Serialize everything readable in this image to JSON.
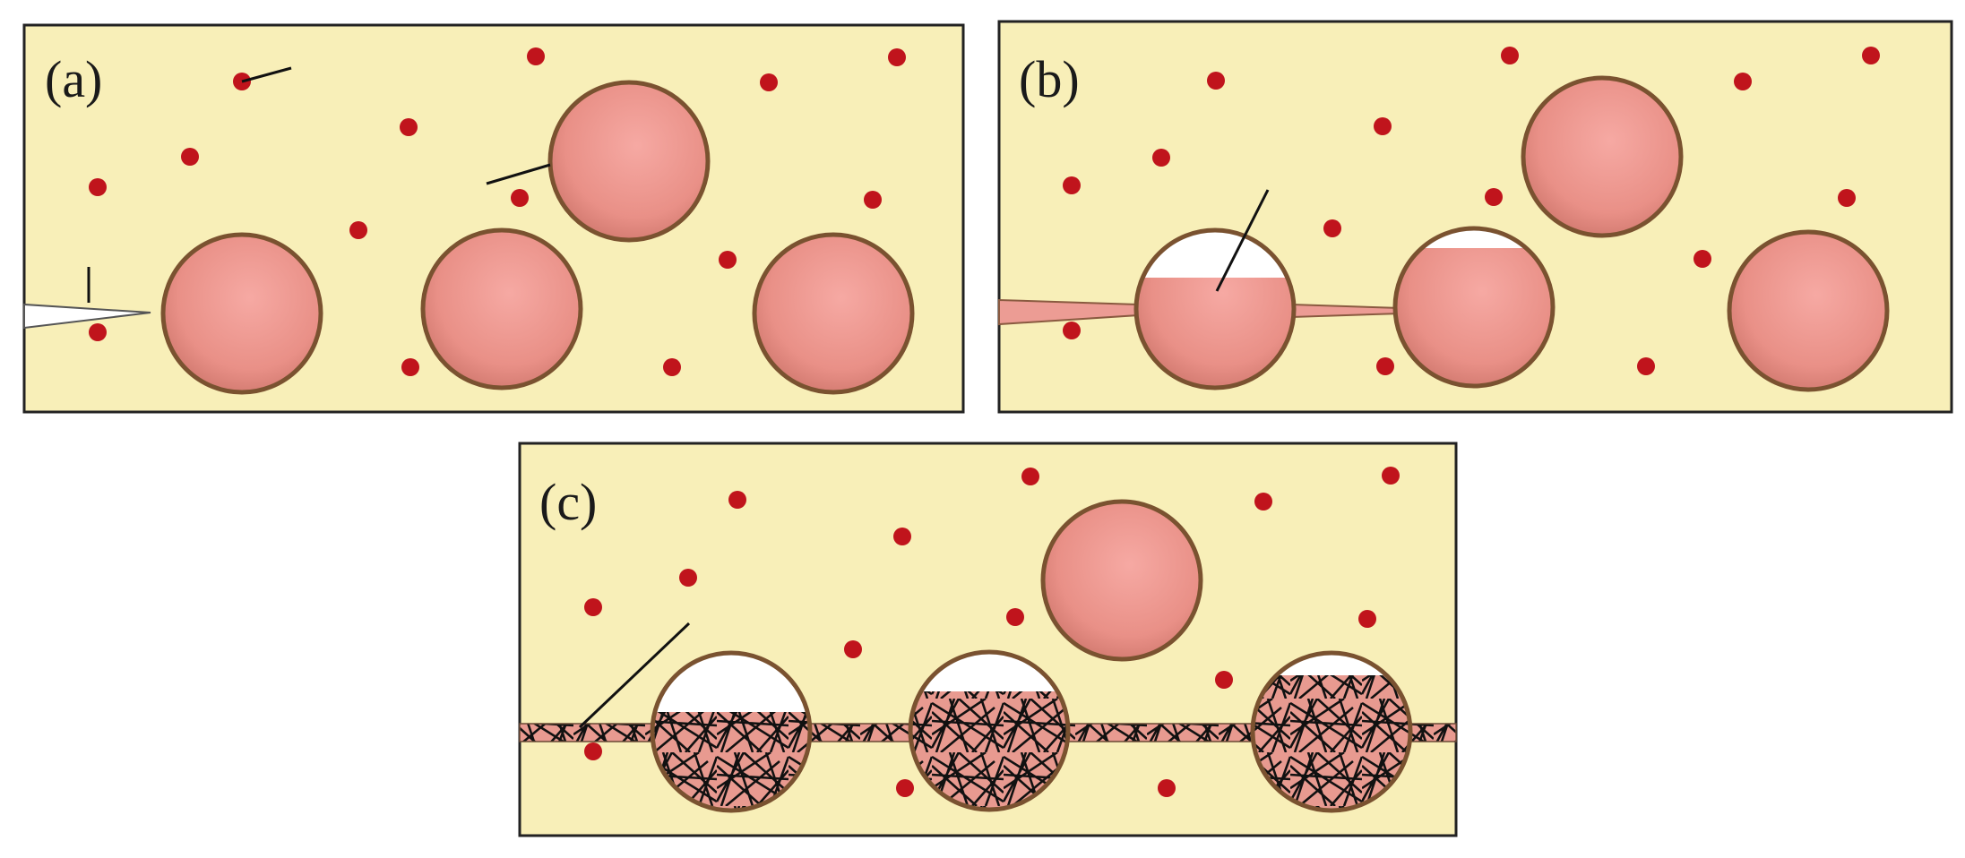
{
  "figure": {
    "panels": [
      {
        "id": "a",
        "label": "(a)"
      },
      {
        "id": "b",
        "label": "(b)"
      },
      {
        "id": "c",
        "label": "(c)"
      }
    ]
  },
  "colors": {
    "matrix": "#f8efb8",
    "capsule_shell": "#7a5230",
    "capsule_core": "#f2a8a0",
    "healing_agent": "#ec9c94",
    "catalyst": "#c0141c",
    "crack": "#ffffff",
    "polymer_network": "#111111",
    "border": "#222222"
  }
}
